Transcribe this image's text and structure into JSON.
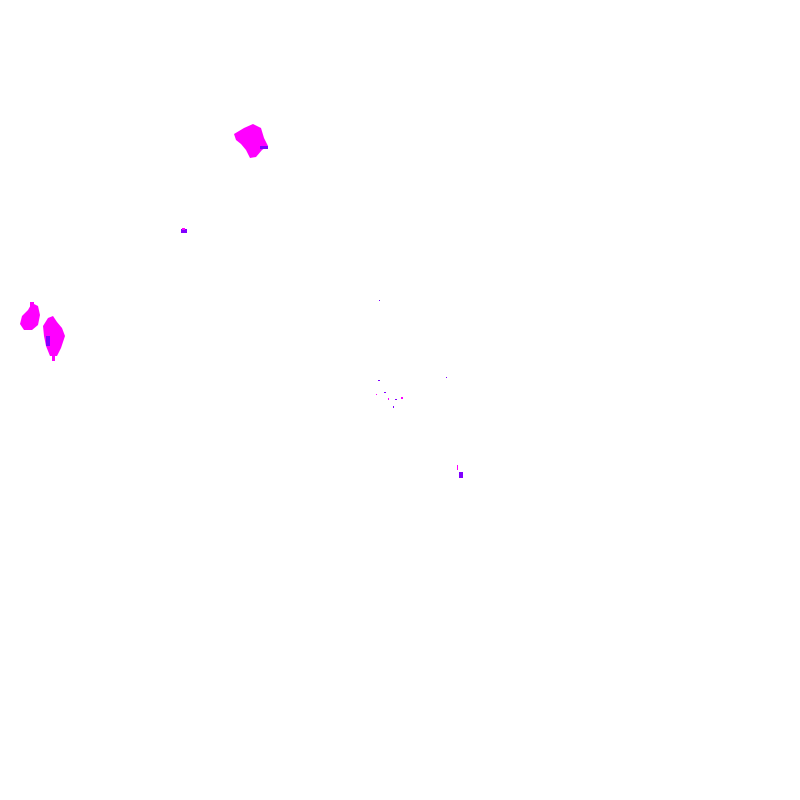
{
  "map": {
    "background_color": "#ffffff",
    "primary_color": "#ff00ff",
    "secondary_color": "#8000ff",
    "features": [
      {
        "name": "feature-cluster-north",
        "color": "#ff00ff"
      },
      {
        "name": "feature-small-north-west",
        "color": "#8000ff"
      },
      {
        "name": "feature-cluster-west-a",
        "color": "#ff00ff"
      },
      {
        "name": "feature-cluster-west-b",
        "color": "#ff00ff"
      },
      {
        "name": "feature-scatter-center",
        "color": "#8000ff"
      },
      {
        "name": "feature-small-south-east",
        "color": "#8000ff"
      }
    ]
  }
}
